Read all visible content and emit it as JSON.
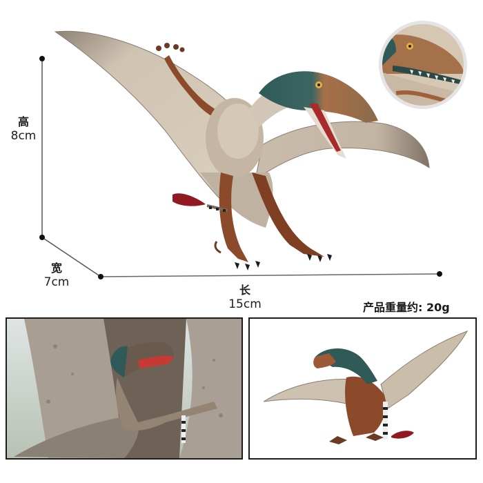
{
  "product": {
    "subject": "Dimorphodon pterosaur figure",
    "dimensions": {
      "height": {
        "label": "高",
        "value": "8cm"
      },
      "width": {
        "label": "宽",
        "value": "7cm"
      },
      "length": {
        "label": "长",
        "value": "15cm"
      }
    },
    "weight_text": "产品重量约: 20g"
  },
  "images": {
    "main": {
      "description": "pterosaur figure, wings spread, head turned right"
    },
    "inset_detail": {
      "description": "close-up of head with teeth"
    },
    "photo_left": {
      "description": "figure perched on tree trunk"
    },
    "photo_right": {
      "description": "figure on white background, alternate angle"
    }
  },
  "colors": {
    "wing_membrane": "#cbbfae",
    "wing_edge": "#8a7d70",
    "body_brown": "#8b4a2a",
    "head_teal": "#2f5a58",
    "head_orange": "#b5774a",
    "tail_tip_red": "#8f1a22",
    "line": "#555555",
    "dot": "#111111"
  }
}
